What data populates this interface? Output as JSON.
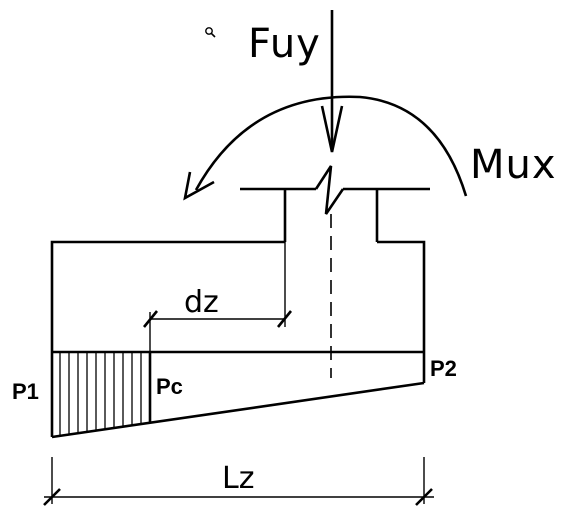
{
  "labels": {
    "force": "Fuy",
    "moment": "Mux",
    "eccentricity": "dz",
    "length": "Lz",
    "pressure_left": "P1",
    "pressure_center": "Pc",
    "pressure_right": "P2"
  },
  "icons": {
    "zoom": "magnifier-icon"
  }
}
